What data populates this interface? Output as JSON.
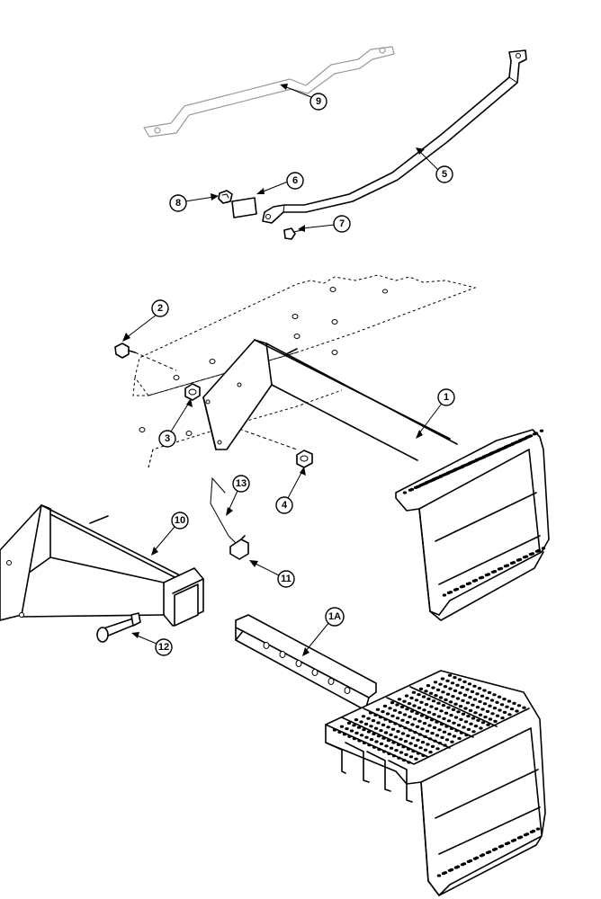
{
  "diagram": {
    "callouts": [
      {
        "id": "c1",
        "label": "1"
      },
      {
        "id": "c1a",
        "label": "1A"
      },
      {
        "id": "c2",
        "label": "2"
      },
      {
        "id": "c3",
        "label": "3"
      },
      {
        "id": "c4",
        "label": "4"
      },
      {
        "id": "c5",
        "label": "5"
      },
      {
        "id": "c6",
        "label": "6"
      },
      {
        "id": "c7",
        "label": "7"
      },
      {
        "id": "c8",
        "label": "8"
      },
      {
        "id": "c9",
        "label": "9"
      },
      {
        "id": "c10",
        "label": "10"
      },
      {
        "id": "c11",
        "label": "11"
      },
      {
        "id": "c12",
        "label": "12"
      },
      {
        "id": "c13",
        "label": "13"
      }
    ]
  }
}
